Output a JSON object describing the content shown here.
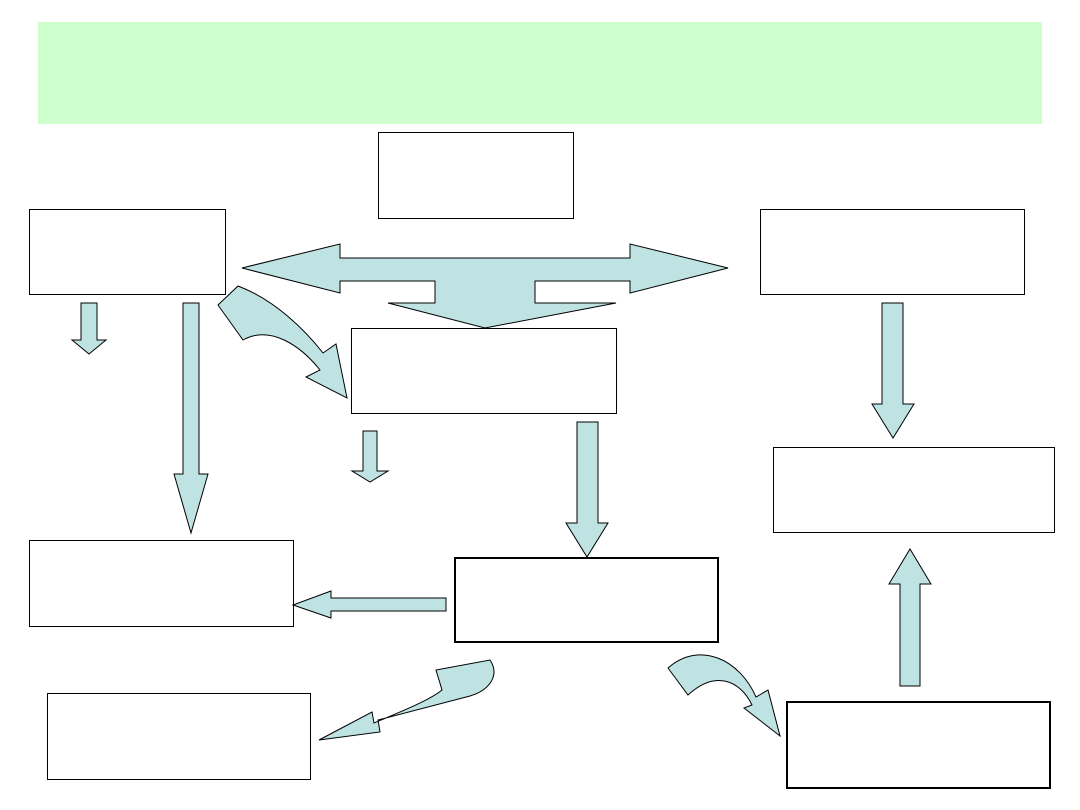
{
  "diagram": {
    "banner": {
      "title": "",
      "fill": "#ccffcc"
    },
    "arrow_fill": "#bfe3e3",
    "nodes": [
      {
        "id": "top-center",
        "label": ""
      },
      {
        "id": "left-upper",
        "label": ""
      },
      {
        "id": "right-upper",
        "label": ""
      },
      {
        "id": "center",
        "label": ""
      },
      {
        "id": "right-middle",
        "label": ""
      },
      {
        "id": "left-lower",
        "label": ""
      },
      {
        "id": "center-lower",
        "label": ""
      },
      {
        "id": "bottom-left",
        "label": ""
      },
      {
        "id": "bottom-right",
        "label": ""
      }
    ]
  }
}
